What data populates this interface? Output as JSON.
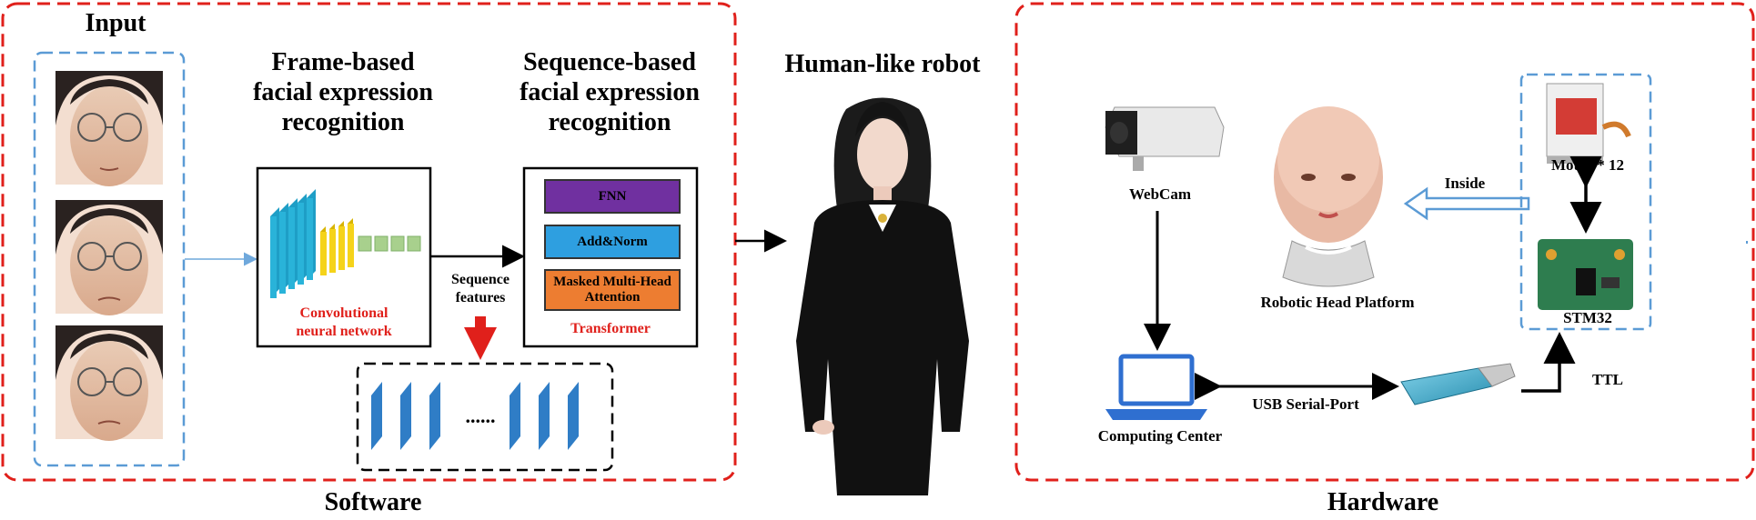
{
  "software": {
    "section_label": "Software",
    "input_title": "Input",
    "frame_title": [
      "Frame-based",
      "facial expression",
      "recognition"
    ],
    "sequence_title": [
      "Sequence-based",
      "facial expression",
      "recognition"
    ],
    "cnn_label": [
      "Convolutional",
      "neural network"
    ],
    "sequence_features_label": [
      "Sequence",
      "features"
    ],
    "ellipsis": "......",
    "transformer": {
      "label": "Transformer",
      "blocks": [
        "FNN",
        "Add&Norm",
        "Masked Multi-Head Attention"
      ]
    },
    "robot_title": "Human-like robot"
  },
  "hardware": {
    "section_label": "Hardware",
    "webcam_label": "WebCam",
    "computing_label": "Computing Center",
    "usb_label": "USB Serial-Port",
    "robot_head_label": "Robotic Head Platform",
    "inside_label": "Inside",
    "motor_label": "Motor * 12",
    "stm_label": "STM32",
    "ttl_label": "TTL"
  },
  "colors": {
    "dashed_red": "#e0201b",
    "dashed_blue": "#5b9bd5",
    "fnn": "#7030a0",
    "addnorm": "#2e9fe0",
    "attention": "#ed7d31",
    "cnn_cyan": "#29b3d9",
    "cnn_yellow": "#f5d31a",
    "cnn_green": "#a8d08d",
    "seq_blue": "#2f7dc6"
  }
}
